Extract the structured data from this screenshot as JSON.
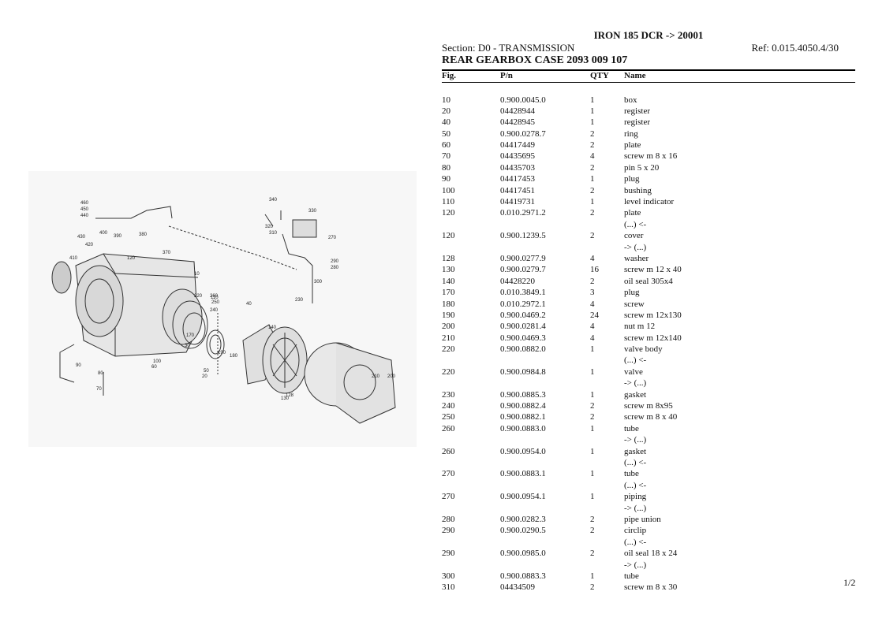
{
  "header": {
    "title": "IRON 185 DCR -> 20001",
    "section": "Section: D0 - TRANSMISSION",
    "ref": "Ref: 0.015.4050.4/30",
    "part_title": "REAR GEARBOX CASE 2093 009 107"
  },
  "columns": {
    "fig": "Fig.",
    "pn": "P/n",
    "qty": "QTY",
    "name": "Name"
  },
  "rows": [
    {
      "fig": "10",
      "pn": "0.900.0045.0",
      "qty": "1",
      "name": "box"
    },
    {
      "fig": "20",
      "pn": "04428944",
      "qty": "1",
      "name": "register"
    },
    {
      "fig": "40",
      "pn": "04428945",
      "qty": "1",
      "name": "register"
    },
    {
      "fig": "50",
      "pn": "0.900.0278.7",
      "qty": "2",
      "name": "ring"
    },
    {
      "fig": "60",
      "pn": "04417449",
      "qty": "2",
      "name": "plate"
    },
    {
      "fig": "70",
      "pn": "04435695",
      "qty": "4",
      "name": "screw m 8 x 16"
    },
    {
      "fig": "80",
      "pn": "04435703",
      "qty": "2",
      "name": "pin 5 x 20"
    },
    {
      "fig": "90",
      "pn": "04417453",
      "qty": "1",
      "name": "plug"
    },
    {
      "fig": "100",
      "pn": "04417451",
      "qty": "2",
      "name": "bushing"
    },
    {
      "fig": "110",
      "pn": "04419731",
      "qty": "1",
      "name": "level indicator"
    },
    {
      "fig": "120",
      "pn": "0.010.2971.2",
      "qty": "2",
      "name": "plate"
    },
    {
      "fig": "",
      "pn": "",
      "qty": "",
      "name": "(...) <-"
    },
    {
      "fig": "120",
      "pn": "0.900.1239.5",
      "qty": "2",
      "name": "cover"
    },
    {
      "fig": "",
      "pn": "",
      "qty": "",
      "name": "-> (...)"
    },
    {
      "fig": "128",
      "pn": "0.900.0277.9",
      "qty": "4",
      "name": "washer"
    },
    {
      "fig": "130",
      "pn": "0.900.0279.7",
      "qty": "16",
      "name": "screw m 12 x 40"
    },
    {
      "fig": "140",
      "pn": "04428220",
      "qty": "2",
      "name": "oil seal 305x4"
    },
    {
      "fig": "170",
      "pn": "0.010.3849.1",
      "qty": "3",
      "name": "plug"
    },
    {
      "fig": "180",
      "pn": "0.010.2972.1",
      "qty": "4",
      "name": "screw"
    },
    {
      "fig": "190",
      "pn": "0.900.0469.2",
      "qty": "24",
      "name": "screw m 12x130"
    },
    {
      "fig": "200",
      "pn": "0.900.0281.4",
      "qty": "4",
      "name": "nut m 12"
    },
    {
      "fig": "210",
      "pn": "0.900.0469.3",
      "qty": "4",
      "name": "screw m 12x140"
    },
    {
      "fig": "220",
      "pn": "0.900.0882.0",
      "qty": "1",
      "name": "valve body"
    },
    {
      "fig": "",
      "pn": "",
      "qty": "",
      "name": "(...) <-"
    },
    {
      "fig": "220",
      "pn": "0.900.0984.8",
      "qty": "1",
      "name": "valve"
    },
    {
      "fig": "",
      "pn": "",
      "qty": "",
      "name": "-> (...)"
    },
    {
      "fig": "230",
      "pn": "0.900.0885.3",
      "qty": "1",
      "name": "gasket"
    },
    {
      "fig": "240",
      "pn": "0.900.0882.4",
      "qty": "2",
      "name": "screw m 8x95"
    },
    {
      "fig": "250",
      "pn": "0.900.0882.1",
      "qty": "2",
      "name": "screw m 8 x 40"
    },
    {
      "fig": "260",
      "pn": "0.900.0883.0",
      "qty": "1",
      "name": "tube"
    },
    {
      "fig": "",
      "pn": "",
      "qty": "",
      "name": "-> (...)"
    },
    {
      "fig": "260",
      "pn": "0.900.0954.0",
      "qty": "1",
      "name": "gasket"
    },
    {
      "fig": "",
      "pn": "",
      "qty": "",
      "name": "(...) <-"
    },
    {
      "fig": "270",
      "pn": "0.900.0883.1",
      "qty": "1",
      "name": "tube"
    },
    {
      "fig": "",
      "pn": "",
      "qty": "",
      "name": "(...) <-"
    },
    {
      "fig": "270",
      "pn": "0.900.0954.1",
      "qty": "1",
      "name": "piping"
    },
    {
      "fig": "",
      "pn": "",
      "qty": "",
      "name": "-> (...)"
    },
    {
      "fig": "280",
      "pn": "0.900.0282.3",
      "qty": "2",
      "name": "pipe union"
    },
    {
      "fig": "290",
      "pn": "0.900.0290.5",
      "qty": "2",
      "name": "circlip"
    },
    {
      "fig": "",
      "pn": "",
      "qty": "",
      "name": "(...) <-"
    },
    {
      "fig": "290",
      "pn": "0.900.0985.0",
      "qty": "2",
      "name": "oil seal 18 x 24"
    },
    {
      "fig": "",
      "pn": "",
      "qty": "",
      "name": "-> (...)"
    },
    {
      "fig": "300",
      "pn": "0.900.0883.3",
      "qty": "1",
      "name": "tube"
    },
    {
      "fig": "310",
      "pn": "04434509",
      "qty": "2",
      "name": "screw m 8 x 30"
    }
  ],
  "figure": {
    "callouts": [
      "460",
      "450",
      "440",
      "430",
      "420",
      "410",
      "400",
      "390",
      "380",
      "370",
      "340",
      "330",
      "320",
      "310",
      "300",
      "290",
      "280",
      "270",
      "260",
      "250",
      "240",
      "230",
      "220",
      "210",
      "200",
      "190",
      "180",
      "170",
      "140",
      "130",
      "128",
      "120",
      "110",
      "100",
      "90",
      "80",
      "70",
      "60",
      "50",
      "40",
      "30",
      "20",
      "10"
    ]
  },
  "page_number": "1/2"
}
